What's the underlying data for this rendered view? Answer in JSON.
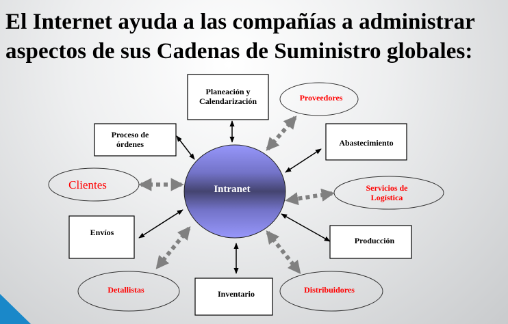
{
  "title": {
    "line1": "El Internet ayuda a las compañías a administrar",
    "line2": "aspectos de sus Cadenas de Suministro globales:"
  },
  "diagram": {
    "center": "Intranet",
    "boxes": {
      "planeacion_1": "Planeación y",
      "planeacion_2": "Calendarización",
      "proceso_1": "Proceso de",
      "proceso_2": "órdenes",
      "abastecimiento": "Abastecimiento",
      "envios": "Envíos",
      "produccion": "Producción",
      "inventario": "Inventario"
    },
    "ellipses": {
      "proveedores": "Proveedores",
      "clientes": "Clientes",
      "servicios_1": "Servicios de",
      "servicios_2": "Logística",
      "detallistas": "Detallistas",
      "distribuidores": "Distribuidores"
    },
    "colors": {
      "external": "#ff0000",
      "intranet": "#8f8ff5",
      "arrow_dotted": "#808080"
    }
  }
}
